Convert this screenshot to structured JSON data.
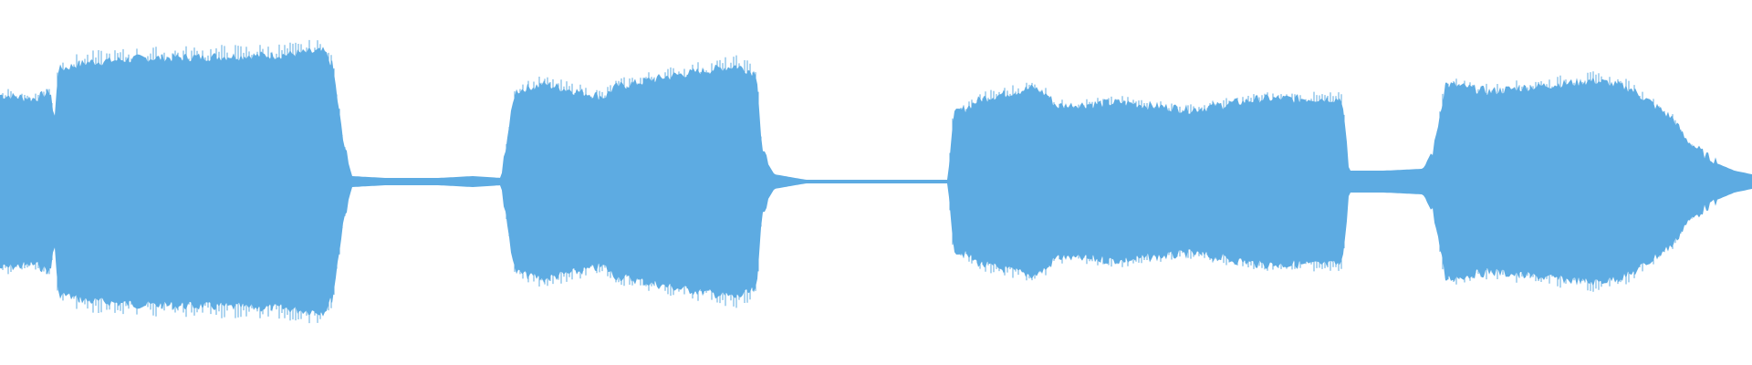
{
  "waveform": {
    "color": "#5dabe2",
    "background": "#ffffff",
    "amplitude_envelope": [
      [
        0.0,
        0.46
      ],
      [
        0.02,
        0.44
      ],
      [
        0.029,
        0.48
      ],
      [
        0.031,
        0.3
      ],
      [
        0.033,
        0.6
      ],
      [
        0.05,
        0.64
      ],
      [
        0.08,
        0.66
      ],
      [
        0.12,
        0.67
      ],
      [
        0.16,
        0.68
      ],
      [
        0.185,
        0.7
      ],
      [
        0.19,
        0.62
      ],
      [
        0.196,
        0.2
      ],
      [
        0.201,
        0.03
      ],
      [
        0.22,
        0.02
      ],
      [
        0.25,
        0.02
      ],
      [
        0.27,
        0.03
      ],
      [
        0.286,
        0.02
      ],
      [
        0.289,
        0.2
      ],
      [
        0.294,
        0.48
      ],
      [
        0.31,
        0.52
      ],
      [
        0.33,
        0.48
      ],
      [
        0.345,
        0.45
      ],
      [
        0.35,
        0.5
      ],
      [
        0.38,
        0.56
      ],
      [
        0.42,
        0.62
      ],
      [
        0.432,
        0.58
      ],
      [
        0.435,
        0.15
      ],
      [
        0.442,
        0.04
      ],
      [
        0.46,
        0.01
      ],
      [
        0.52,
        0.01
      ],
      [
        0.541,
        0.01
      ],
      [
        0.544,
        0.35
      ],
      [
        0.56,
        0.44
      ],
      [
        0.59,
        0.5
      ],
      [
        0.598,
        0.46
      ],
      [
        0.603,
        0.4
      ],
      [
        0.64,
        0.42
      ],
      [
        0.68,
        0.38
      ],
      [
        0.72,
        0.44
      ],
      [
        0.74,
        0.44
      ],
      [
        0.766,
        0.44
      ],
      [
        0.77,
        0.06
      ],
      [
        0.79,
        0.06
      ],
      [
        0.812,
        0.07
      ],
      [
        0.818,
        0.15
      ],
      [
        0.825,
        0.52
      ],
      [
        0.85,
        0.48
      ],
      [
        0.87,
        0.5
      ],
      [
        0.91,
        0.54
      ],
      [
        0.93,
        0.5
      ],
      [
        0.945,
        0.4
      ],
      [
        0.955,
        0.33
      ],
      [
        0.962,
        0.22
      ],
      [
        0.975,
        0.12
      ],
      [
        0.99,
        0.06
      ],
      [
        1.0,
        0.04
      ]
    ]
  }
}
